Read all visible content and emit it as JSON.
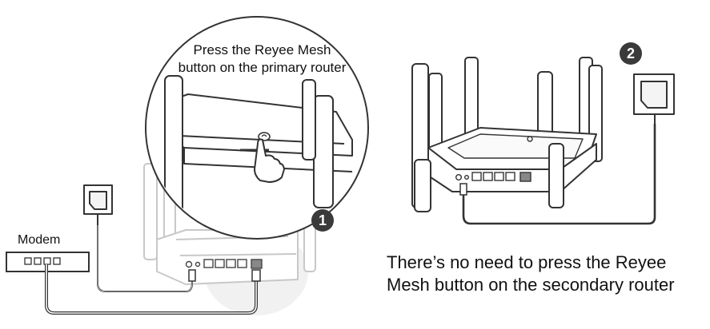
{
  "zoom_callout": {
    "caption_line1": "Press the Reyee Mesh",
    "caption_line2": "button on the primary router"
  },
  "modem": {
    "label": "Modem"
  },
  "steps": {
    "step1": "1",
    "step2": "2"
  },
  "note": {
    "line1": "There’s no need to press the Reyee",
    "line2": "Mesh button on the secondary router"
  },
  "colors": {
    "line": "#333333",
    "faded_line": "#c8c8c8",
    "badge": "#3a3a3a"
  }
}
